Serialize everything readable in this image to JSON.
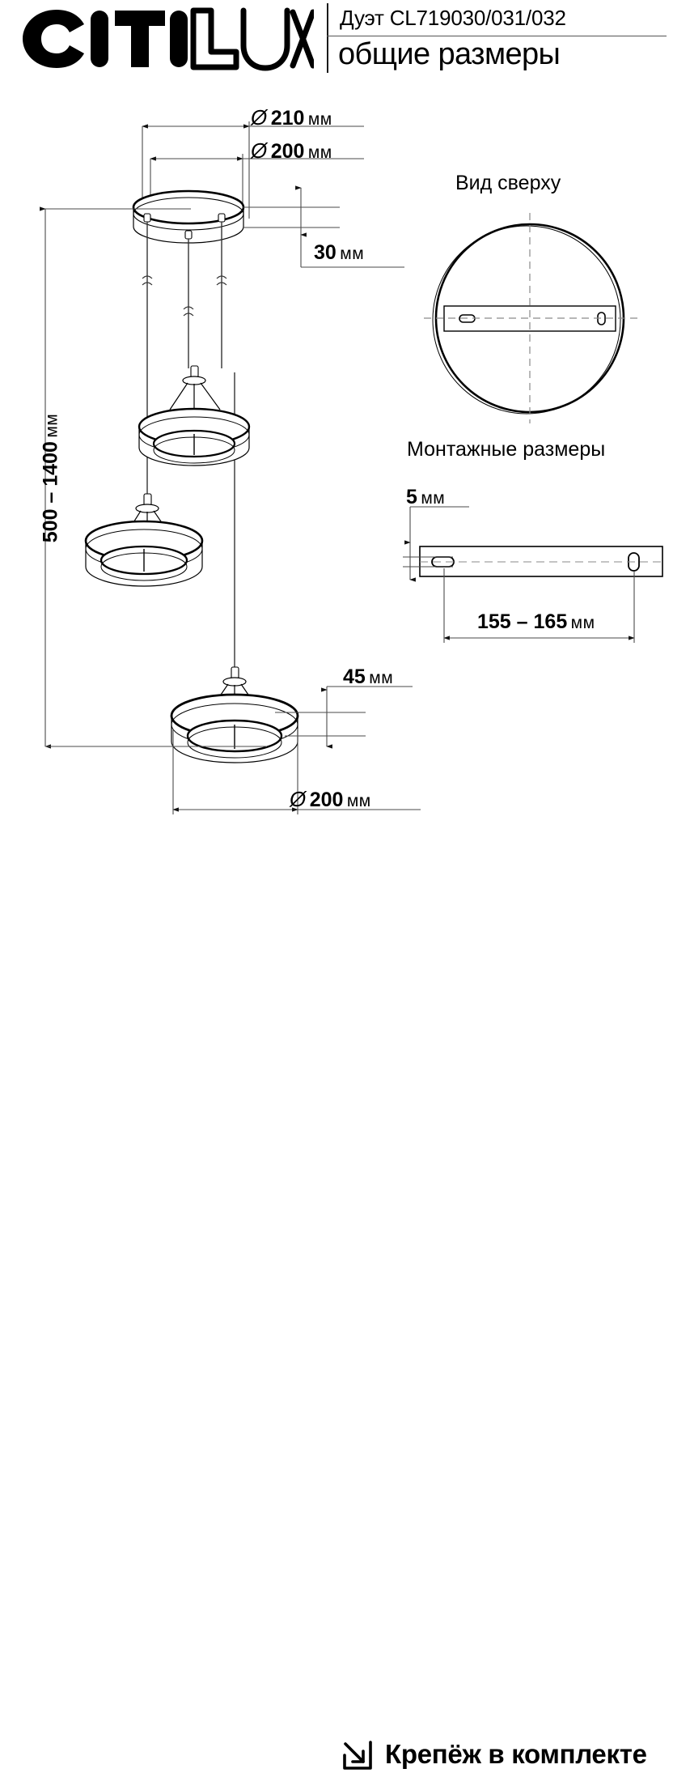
{
  "brand": {
    "logo_text_filled": "CITI",
    "logo_text_outline": "LUX",
    "logo_name": "CITILUX"
  },
  "header": {
    "model": "Дуэт CL719030/031/032",
    "subtitle": "общие размеры"
  },
  "dimensions": {
    "canopy_outer_diameter": "Ø 210 мм",
    "canopy_outer_diameter_symbol": "Ø",
    "canopy_outer_diameter_value": "210",
    "canopy_outer_diameter_unit": "мм",
    "canopy_inner_diameter_symbol": "Ø",
    "canopy_inner_diameter_value": "200",
    "canopy_inner_diameter_unit": "мм",
    "canopy_height_value": "30",
    "canopy_height_unit": "мм",
    "suspension_range": "500 – 1400 мм",
    "suspension_range_value": "500 – 1400",
    "suspension_range_unit": "мм",
    "shade_height_value": "45",
    "shade_height_unit": "мм",
    "shade_diameter_symbol": "Ø",
    "shade_diameter_value": "200",
    "shade_diameter_unit": "мм"
  },
  "top_view": {
    "title": "Вид сверху"
  },
  "mounting": {
    "title": "Монтажные размеры",
    "bar_thickness_value": "5",
    "bar_thickness_unit": "мм",
    "hole_spacing_value": "155 – 165",
    "hole_spacing_unit": "мм"
  },
  "footer": {
    "icon": "arrow-into-box-icon",
    "text": "Крепёж в комплекте"
  },
  "colors": {
    "ink": "#000000",
    "thin_line": "#555555",
    "background": "#ffffff"
  }
}
